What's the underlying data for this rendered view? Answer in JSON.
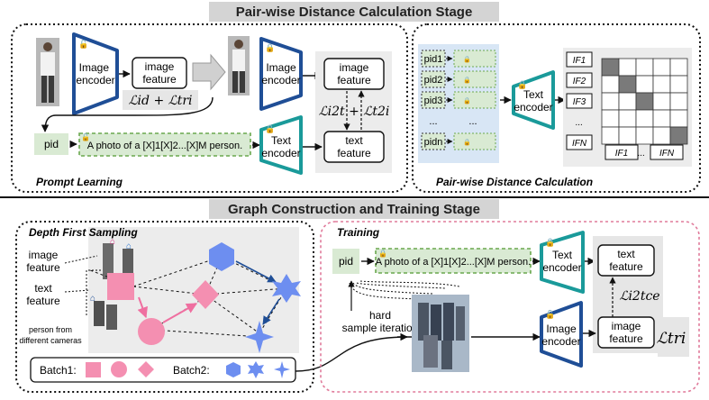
{
  "stage1": {
    "title": "Pair-wise Distance Calculation Stage",
    "prompt_panel_label": "Prompt Learning",
    "distance_panel_label": "Pair-wise Distance Calculation",
    "image_encoder": "Image encoder",
    "image_feature": "image feature",
    "loss_id_tri": "ℒid + ℒtri",
    "image_encoder_2": "Image encoder",
    "image_feature_2": "image feature",
    "loss_i2t_t2i": "ℒi2t + ℒt2i",
    "pid": "pid",
    "prompt_text": "A photo of a [X]1[X]2...[X]M person.",
    "text_encoder": "Text encoder",
    "text_feature": "text feature",
    "pid_list": [
      "pid1",
      "pid2",
      "pid3",
      "...",
      "pidn"
    ],
    "text_encoder_2": "Text encoder",
    "if_rows": [
      "IF1",
      "IF2",
      "IF3",
      "...",
      "IFN"
    ],
    "if_cols": [
      "IF1",
      "...",
      "IFN"
    ]
  },
  "stage2": {
    "title": "Graph Construction and Training Stage",
    "dfs_label": "Depth First Sampling",
    "training_label": "Training",
    "image_feature_lbl": "image feature",
    "text_feature_lbl": "text feature",
    "person_note": "person from different cameras",
    "batch1": "Batch1:",
    "batch2": "Batch2:",
    "pid": "pid",
    "prompt_text": "A photo of a [X]1[X]2...[X]M person.",
    "text_encoder": "Text encoder",
    "text_feature": "text feature",
    "loss_i2tce": "ℒi2tce",
    "hard_sample": "hard sample iteration",
    "image_encoder": "Image encoder",
    "image_feature": "image feature",
    "loss_tri": "ℒtri"
  },
  "colors": {
    "encoder_blue": "#1f4e96",
    "encoder_teal": "#1a9a9a",
    "green_fill": "#d9ead3",
    "green_dash": "#6aa84f",
    "pink": "#f48fb1",
    "blue_shape": "#6d8ef0",
    "stage_bar": "#d4d4d4",
    "training_border": "#e07b9b"
  }
}
